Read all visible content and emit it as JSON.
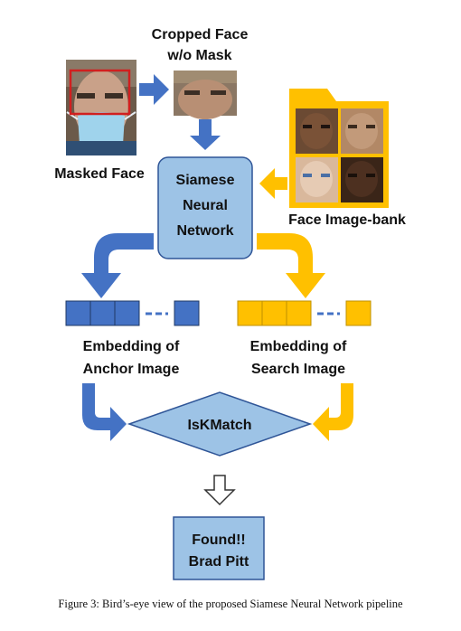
{
  "nodes": {
    "masked_face": {
      "label": "Masked Face"
    },
    "cropped_face": {
      "line1": "Cropped Face",
      "line2": "w/o Mask"
    },
    "siamese": {
      "line1": "Siamese",
      "line2": "Neural",
      "line3": "Network"
    },
    "image_bank": {
      "label": "Face Image-bank"
    },
    "anchor_embedding": {
      "line1": "Embedding of",
      "line2": "Anchor Image"
    },
    "search_embedding": {
      "line1": "Embedding of",
      "line2": "Search Image"
    },
    "is_k_match": {
      "label": "IsKMatch"
    },
    "result": {
      "line1": "Found!!",
      "line2": "Brad Pitt"
    }
  },
  "caption": "Figure 3: Bird’s-eye view of the proposed Siamese Neural Network pipeline",
  "colors": {
    "blue": "#4472c4",
    "blue_dark": "#2f5597",
    "yellow": "#ffc000",
    "box_fill": "#9dc3e6",
    "box_stroke": "#2f5597",
    "folder": "#ffc000"
  }
}
